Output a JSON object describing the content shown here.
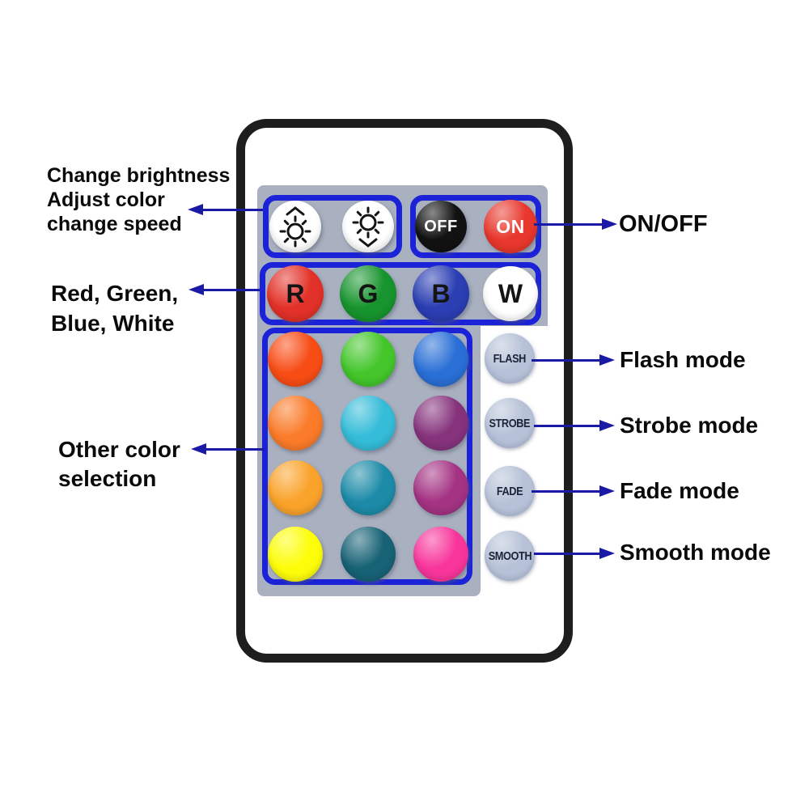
{
  "annotations": {
    "brightness": [
      "Change brightness",
      "Adjust color",
      "change speed"
    ],
    "rgbw": [
      "Red, Green,",
      "Blue, White"
    ],
    "other_color": [
      "Other color",
      "selection"
    ],
    "onoff": "ON/OFF",
    "modes": [
      "Flash mode",
      "Strobe mode",
      "Fade mode",
      "Smooth mode"
    ]
  },
  "remote": {
    "power_off": "OFF",
    "power_on": "ON",
    "rgbw": [
      {
        "label": "R",
        "color": "#e23128"
      },
      {
        "label": "G",
        "color": "#17942e"
      },
      {
        "label": "B",
        "color": "#2b3eb2"
      },
      {
        "label": "W",
        "color": "#ffffff"
      }
    ],
    "mode_buttons": [
      "FLASH",
      "STROBE",
      "FADE",
      "SMOOTH"
    ],
    "grid_colors": [
      "#f84c15",
      "#44c62b",
      "#2a6fd6",
      "#fa7b29",
      "#34bcd8",
      "#86337c",
      "#faa32b",
      "#1d8ba8",
      "#a43383",
      "#fdfd0a",
      "#176275",
      "#f8359b"
    ],
    "icons": {
      "up": "brightness-up",
      "down": "brightness-down"
    }
  },
  "colors": {
    "highlight_outline": "#1b22d8",
    "arrow": "#1b1aa6",
    "panel_gray": "#a9b1c1",
    "mode_button": "#b7c2d8",
    "on_red": "#e8372d",
    "off_black": "#121212",
    "remote_border": "#1e1e1e"
  }
}
